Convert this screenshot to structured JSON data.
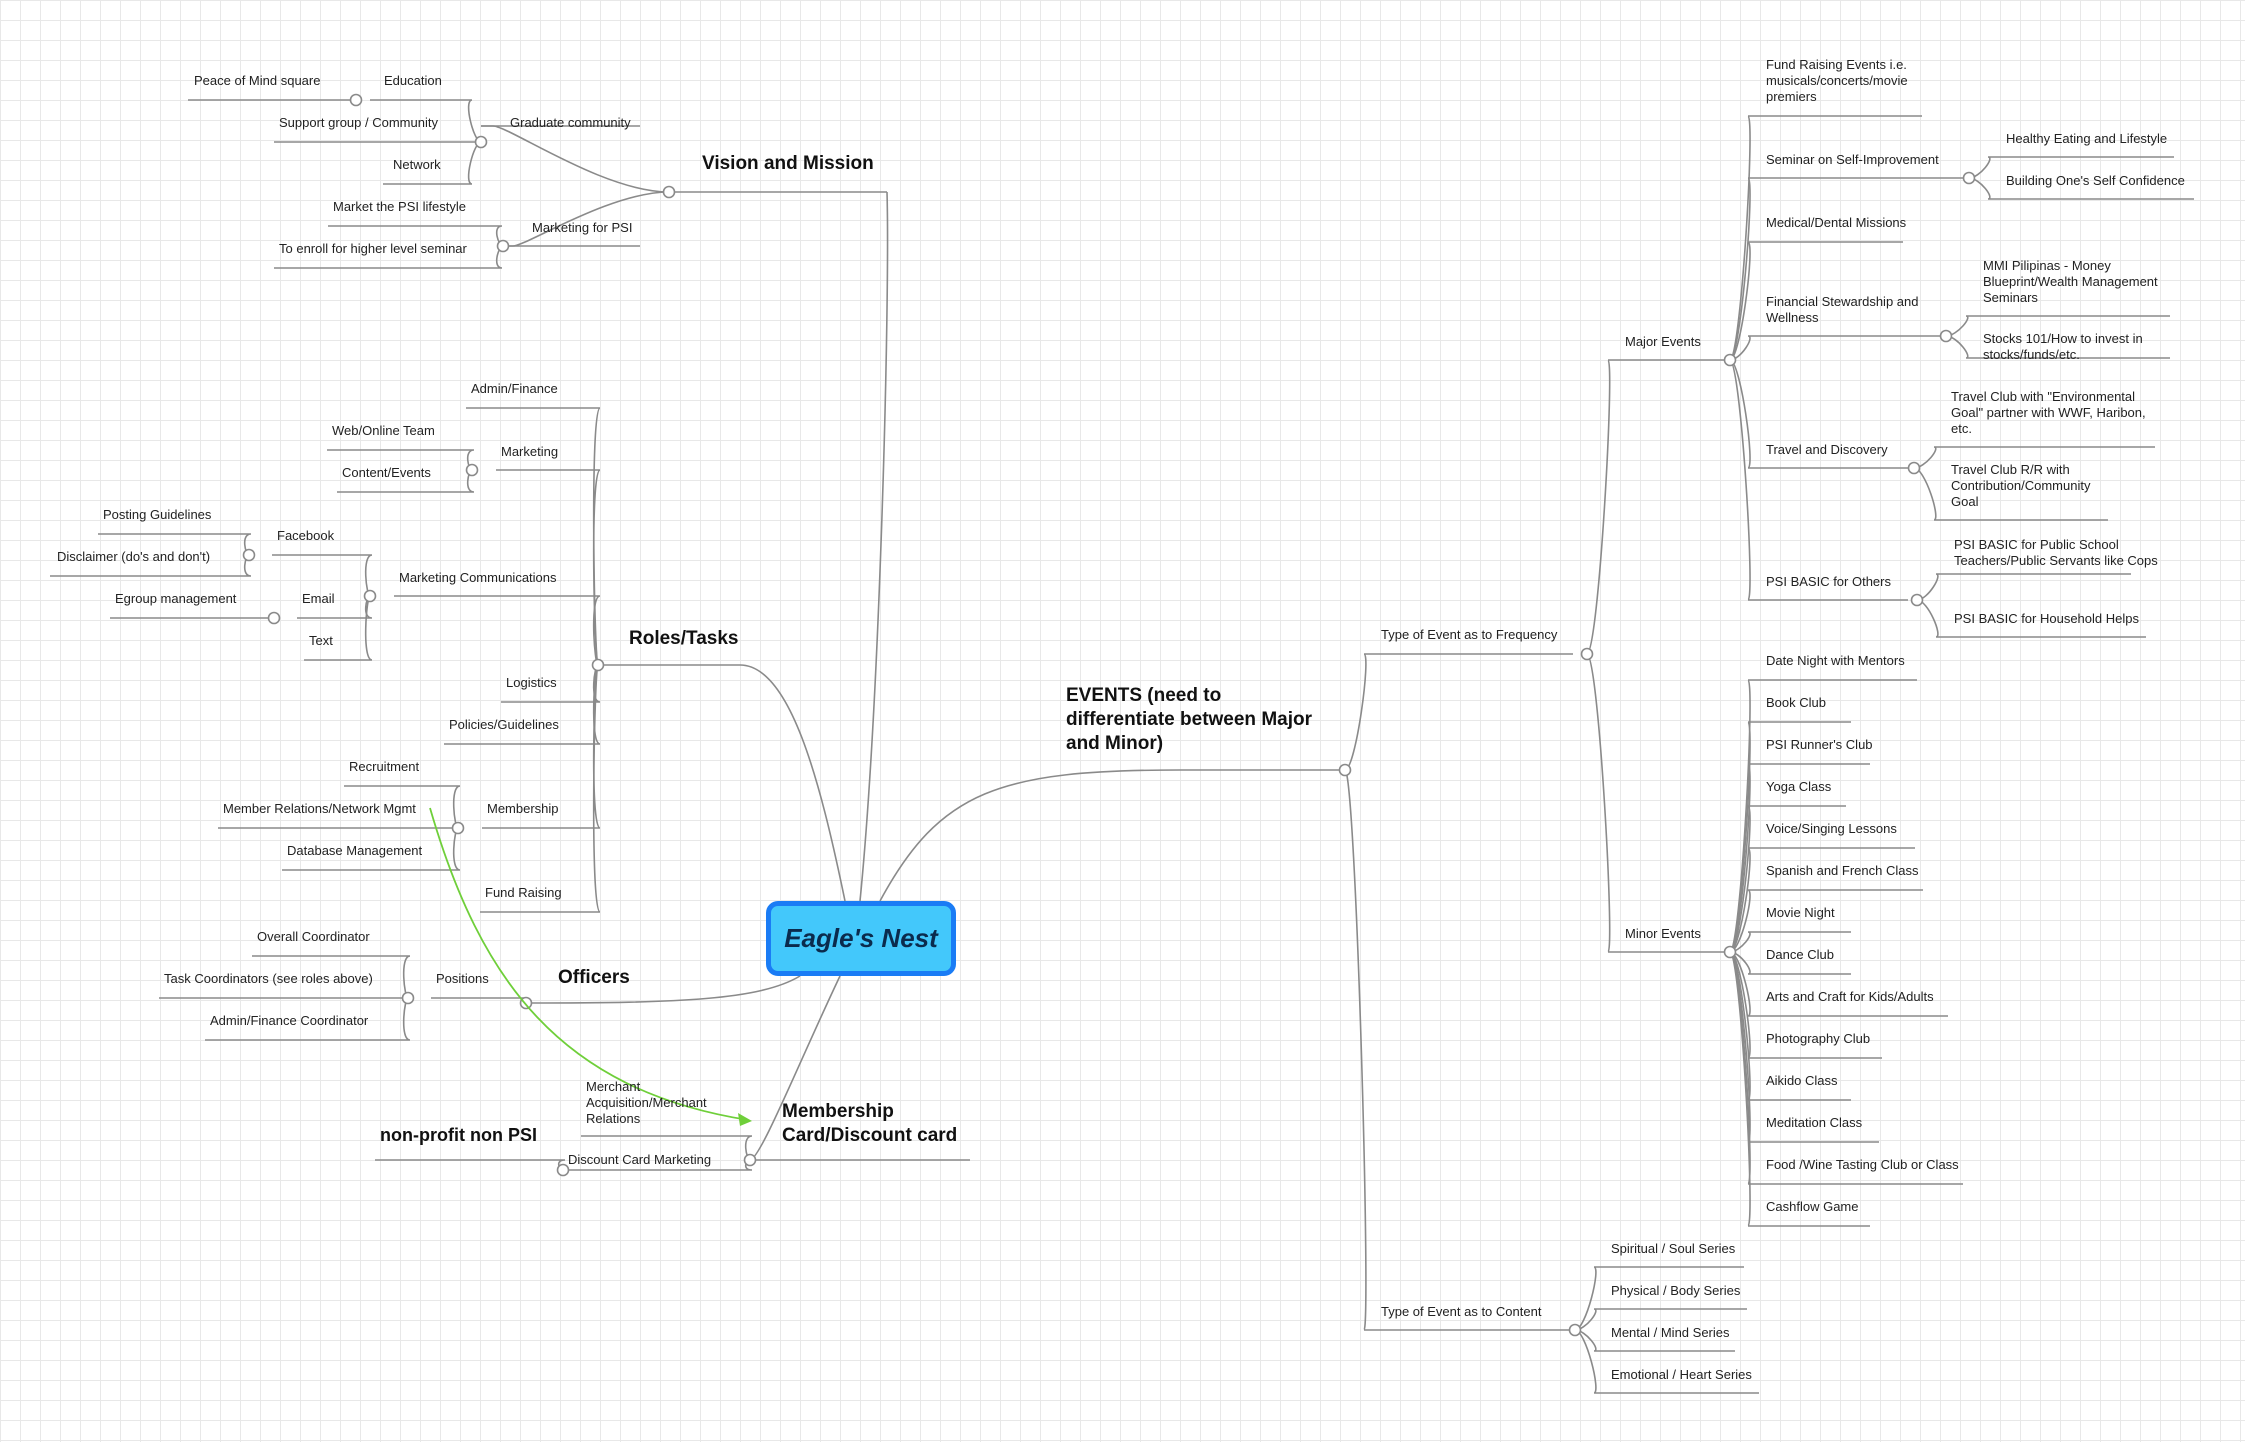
{
  "center": "Eagle's Nest",
  "left_branches": [
    {
      "title": "Vision and Mission",
      "children": [
        {
          "label": "Graduate community",
          "children": [
            {
              "label": "Education",
              "children": [
                {
                  "label": "Peace of Mind square"
                }
              ]
            },
            {
              "label": "Support group / Community"
            },
            {
              "label": "Network"
            }
          ]
        },
        {
          "label": "Marketing for PSI",
          "children": [
            {
              "label": "Market the PSI lifestyle"
            },
            {
              "label": "To enroll for higher level seminar"
            }
          ]
        }
      ]
    },
    {
      "title": "Roles/Tasks",
      "children": [
        {
          "label": "Admin/Finance"
        },
        {
          "label": "Marketing",
          "children": [
            {
              "label": "Web/Online Team"
            },
            {
              "label": "Content/Events"
            }
          ]
        },
        {
          "label": "Marketing Communications",
          "children": [
            {
              "label": "Facebook",
              "children": [
                {
                  "label": "Posting Guidelines"
                },
                {
                  "label": "Disclaimer (do's and don't)"
                }
              ]
            },
            {
              "label": "Email",
              "children": [
                {
                  "label": "Egroup management"
                }
              ]
            },
            {
              "label": "Text"
            }
          ]
        },
        {
          "label": "Logistics"
        },
        {
          "label": "Policies/Guidelines"
        },
        {
          "label": "Membership",
          "children": [
            {
              "label": "Recruitment"
            },
            {
              "label": "Member Relations/Network Mgmt"
            },
            {
              "label": "Database Management"
            }
          ]
        },
        {
          "label": "Fund Raising"
        }
      ]
    },
    {
      "title": "Officers",
      "children": [
        {
          "label": "Positions",
          "children": [
            {
              "label": "Overall Coordinator"
            },
            {
              "label": "Task Coordinators (see roles above)"
            },
            {
              "label": "Admin/Finance Coordinator"
            }
          ]
        }
      ]
    },
    {
      "title": "Membership Card/Discount card",
      "children": [
        {
          "label": "Merchant Acquisition/Merchant Relations"
        },
        {
          "label": "Discount Card Marketing",
          "children": [
            {
              "label": "non-profit non PSI"
            }
          ]
        }
      ]
    }
  ],
  "right_branch": {
    "title": "EVENTS (need to differentiate between Major and Minor)",
    "children": [
      {
        "label": "Type of Event as to Frequency",
        "children": [
          {
            "label": "Major Events",
            "children": [
              {
                "label": "Fund Raising Events i.e. musicals/concerts/movie premiers"
              },
              {
                "label": "Seminar on Self-Improvement",
                "children": [
                  {
                    "label": "Healthy Eating and Lifestyle"
                  },
                  {
                    "label": "Building One's Self Confidence"
                  }
                ]
              },
              {
                "label": "Medical/Dental Missions"
              },
              {
                "label": "Financial Stewardship and Wellness",
                "children": [
                  {
                    "label": "MMI Pilipinas - Money Blueprint/Wealth Management Seminars"
                  },
                  {
                    "label": "Stocks 101/How to invest in stocks/funds/etc."
                  }
                ]
              },
              {
                "label": "Travel and Discovery",
                "children": [
                  {
                    "label": "Travel Club with \"Environmental Goal\" partner with WWF, Haribon, etc."
                  },
                  {
                    "label": "Travel Club R/R with Contribution/Community Goal"
                  }
                ]
              },
              {
                "label": "PSI BASIC for Others",
                "children": [
                  {
                    "label": "PSI BASIC for Public School Teachers/Public Servants like Cops"
                  },
                  {
                    "label": "PSI BASIC for Household Helps"
                  }
                ]
              }
            ]
          },
          {
            "label": "Minor Events",
            "children": [
              {
                "label": "Date Night with Mentors"
              },
              {
                "label": "Book Club"
              },
              {
                "label": "PSI Runner's Club"
              },
              {
                "label": "Yoga Class"
              },
              {
                "label": "Voice/Singing Lessons"
              },
              {
                "label": "Spanish and French Class"
              },
              {
                "label": "Movie Night"
              },
              {
                "label": "Dance Club"
              },
              {
                "label": "Arts and Craft for Kids/Adults"
              },
              {
                "label": "Photography Club"
              },
              {
                "label": "Aikido Class"
              },
              {
                "label": "Meditation Class"
              },
              {
                "label": "Food /Wine Tasting Club or Class"
              },
              {
                "label": "Cashflow Game"
              }
            ]
          }
        ]
      },
      {
        "label": "Type of Event as to Content",
        "children": [
          {
            "label": "Spiritual / Soul Series"
          },
          {
            "label": "Physical / Body Series"
          },
          {
            "label": "Mental / Mind Series"
          },
          {
            "label": "Emotional / Heart Series"
          }
        ]
      }
    ]
  },
  "colors": {
    "line": "#8a8a8a",
    "center_fill": "#43c8fb",
    "center_border": "#1a7cf5",
    "relationship_arrow": "#6fcf3a"
  }
}
